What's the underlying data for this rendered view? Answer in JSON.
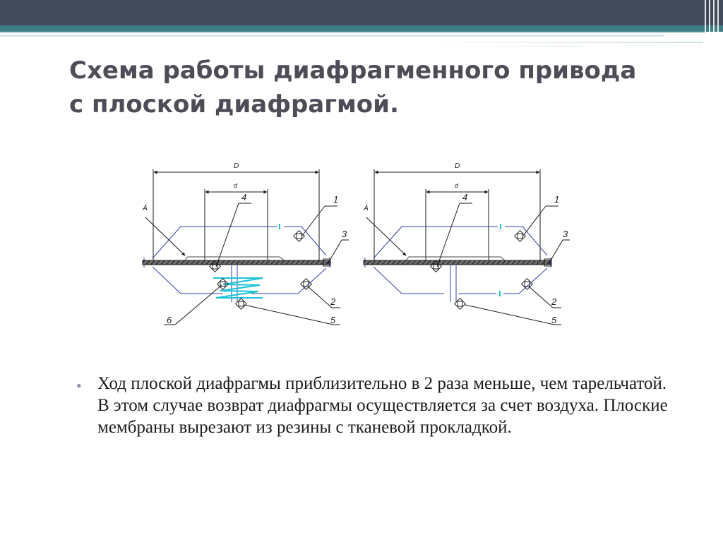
{
  "title": {
    "line1": "Схема работы диафрагменного привода",
    "line2": "с плоской диафрагмой."
  },
  "diagram": {
    "labels": {
      "D": "D",
      "d": "d",
      "A": "Á",
      "n1": "1",
      "n2": "2",
      "n3": "3",
      "n4": "4",
      "n5": "5",
      "n6": "6"
    },
    "colors": {
      "lines": "#1b1b1b",
      "housing": "#3340a8",
      "spring": "#19c3d8",
      "membrane": "#3a3a3a"
    }
  },
  "bullet": {
    "icon": "bullet-dot-icon",
    "text": "Ход плоской диафрагмы приблизительно в 2 раза меньше, чем тарельчатой. В этом случае возврат диафрагмы осуществляется за счет воздуха. Плоские мембраны вырезают из резины с тканевой прокладкой."
  },
  "theme": {
    "top_bar": "#434a5c",
    "accent": "#3f7d84",
    "title_color": "#4d4d58"
  }
}
